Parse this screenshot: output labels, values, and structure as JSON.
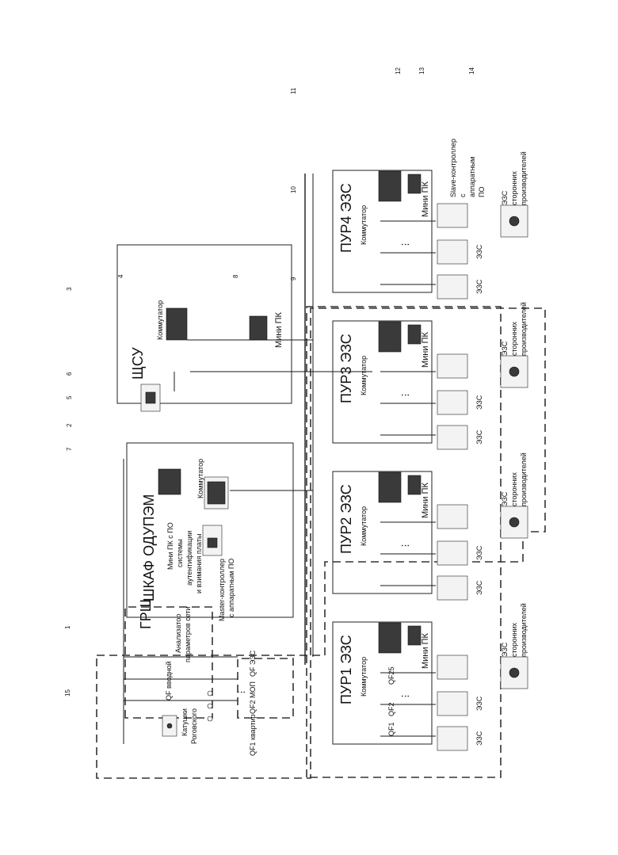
{
  "blocks": {
    "grsch": "ГРЩ",
    "odupem": "ШКАФ ОДУПЭМ",
    "shsu": "ЩСУ",
    "pur1": "ПУР1 ЭЗС",
    "pur2": "ПУР2 ЭЗС",
    "pur3": "ПУР3 ЭЗС",
    "pur4": "ПУР4 ЭЗС"
  },
  "labels": {
    "analyzer": [
      "Анализатор",
      "параметров сети"
    ],
    "qf_main": "QF вводной",
    "rogowski": [
      "Катушки",
      "Роговского"
    ],
    "qf1_apartments": "QF1 квартир",
    "qf2_mop": "QF2 МОП",
    "qf_ezs": "QF ЭЗС",
    "switch": "Коммутатор",
    "mini_pc": "Мини ПК",
    "mini_pc_auth": [
      "Мини ПК с ПО",
      "системы",
      "аутентификации",
      "и взимания платы"
    ],
    "master": [
      "Master-контроллер",
      "с аппаратным ПО"
    ],
    "slave": [
      "Slave-контроллер",
      "с",
      "аппаратным",
      "ПО"
    ],
    "ezs": "ЭЗС",
    "ezs_third": [
      "ЭЗС",
      "сторонних",
      "производителей"
    ],
    "qf1": "QF1",
    "qf2": "QF2",
    "qf25": "QF25",
    "ellipsis": "…",
    "dots_v": "⋮"
  },
  "callouts": [
    "1",
    "2",
    "3",
    "4",
    "5",
    "6",
    "7",
    "8",
    "9",
    "10",
    "11",
    "12",
    "13",
    "14",
    "15"
  ]
}
